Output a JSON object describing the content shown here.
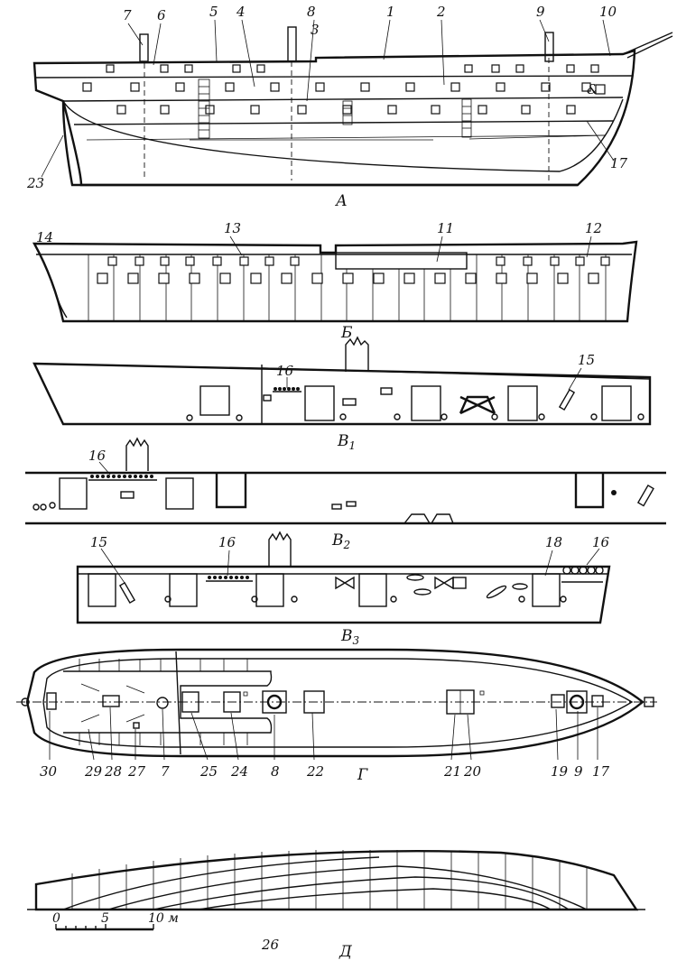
{
  "views": {
    "a": "А",
    "b": "Б",
    "v1": "В",
    "v1_sub": "1",
    "v2": "В",
    "v2_sub": "2",
    "v3": "В",
    "v3_sub": "3",
    "g": "Г",
    "d": "Д"
  },
  "callouts": {
    "c1": "1",
    "c2": "2",
    "c3": "3",
    "c4": "4",
    "c5": "5",
    "c6": "6",
    "c7": "7",
    "c8": "8",
    "c9": "9",
    "c10": "10",
    "c11": "11",
    "c12": "12",
    "c13": "13",
    "c14": "14",
    "c15": "15",
    "c16": "16",
    "c17": "17",
    "c18": "18",
    "c19": "19",
    "c20": "20",
    "c21": "21",
    "c22": "22",
    "c23": "23",
    "c24": "24",
    "c25": "25",
    "c26": "26",
    "c27": "27",
    "c28": "28",
    "c29": "29",
    "c30": "30"
  },
  "scale": {
    "zero": "0",
    "five": "5",
    "ten": "10 м"
  }
}
